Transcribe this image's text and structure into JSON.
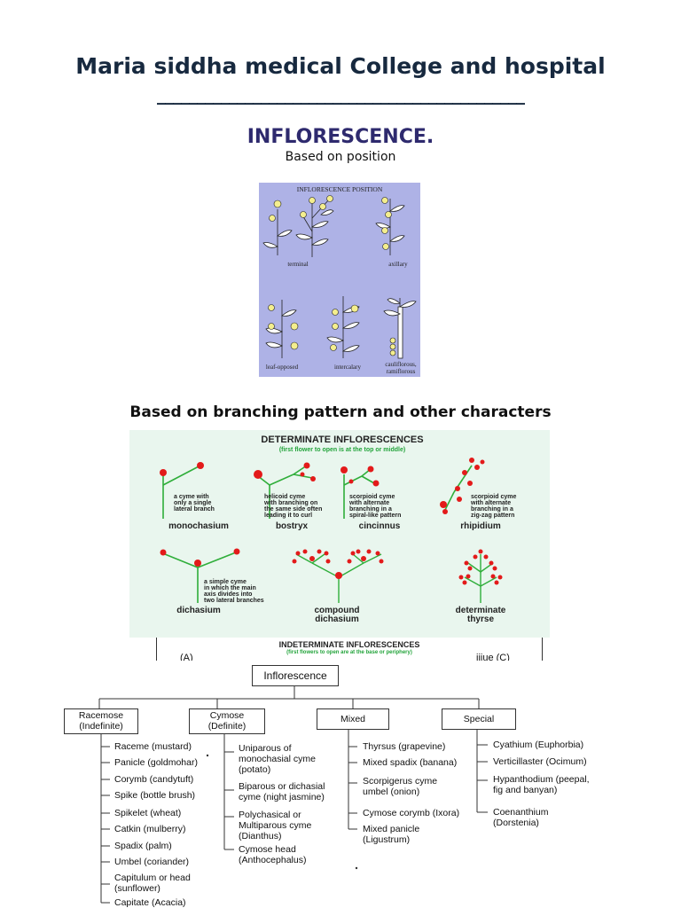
{
  "header": {
    "college": "Maria siddha medical College and hospital",
    "underline": "______________________________________________"
  },
  "main": {
    "title": "INFLORESCENCE.",
    "subtitle_position": "Based on position",
    "subtitle_branching": "Based on branching pattern and other characters"
  },
  "figure_position": {
    "heading": "INFLORESCENCE POSITION",
    "labels": {
      "terminal": "terminal",
      "axillary": "axillary",
      "leaf_opposed": "leaf-opposed",
      "intercalary": "intercalary",
      "cauliflorous": "cauliflorous,",
      "ramiflorous": "ramiflorous"
    },
    "colors": {
      "background": "#aeb2e6",
      "flower": "#f4ee8e",
      "leaf": "#ffffff"
    }
  },
  "figure_determinate": {
    "heading": "DETERMINATE INFLORESCENCES",
    "note": "(first flower to open is at the top or middle)",
    "types": {
      "monochasium": {
        "name": "monochasium",
        "desc": [
          "a cyme with",
          "only a single",
          "lateral branch"
        ]
      },
      "bostryx": {
        "name": "bostryx",
        "desc": [
          "helicoid cyme",
          "with branching on",
          "the same side often",
          "leading it to curl"
        ]
      },
      "cincinnus": {
        "name": "cincinnus",
        "desc": [
          "scorpioid cyme",
          "with alternate",
          "branching in a",
          "spiral-like pattern"
        ]
      },
      "rhipidium": {
        "name": "rhipidium",
        "desc": [
          "scorpioid cyme",
          "with alternate",
          "branching in a",
          "zig-zag pattern"
        ]
      },
      "dichasium": {
        "name": "dichasium",
        "desc": [
          "a simple cyme",
          "in which the main",
          "axis divides into",
          "two lateral branches"
        ]
      },
      "compound_dichasium": {
        "name": [
          "compound",
          "dichasium"
        ]
      },
      "determinate_thyrse": {
        "name": [
          "determinate",
          "thyrse"
        ]
      }
    },
    "colors": {
      "background": "#e9f6ee",
      "stem": "#2fae3a",
      "flower": "#e31a1a",
      "note": "#22a33a"
    }
  },
  "figure_indeterminate": {
    "heading": "INDETERMINATE INFLORESCENCES",
    "note": "(first flowers to open are at the base or periphery)",
    "fragment_left": "(A)",
    "fragment_right": "iiiue (C)"
  },
  "chart": {
    "root": "Inflorescence",
    "categories": [
      {
        "label": [
          "Racemose",
          "(Indefinite)"
        ],
        "items": [
          [
            "Raceme (mustard)"
          ],
          [
            "Panicle (goldmohar)"
          ],
          [
            "Corymb (candytuft)"
          ],
          [
            "Spike (bottle brush)"
          ],
          [
            "Spikelet (wheat)"
          ],
          [
            "Catkin (mulberry)"
          ],
          [
            "Spadix (palm)"
          ],
          [
            "Umbel (coriander)"
          ],
          [
            "Capitulum or head",
            "(sunflower)"
          ],
          [
            "Capitate (Acacia)"
          ]
        ]
      },
      {
        "label": [
          "Cymose",
          "(Definite)"
        ],
        "items": [
          [
            "Uniparous of",
            "monochasial cyme",
            "(potato)"
          ],
          [
            "Biparous or dichasial",
            "cyme (night jasmine)"
          ],
          [
            "Polychasical or",
            "Multiparous cyme",
            "(Dianthus)"
          ],
          [
            "Cymose head",
            "(Anthocephalus)"
          ]
        ]
      },
      {
        "label": [
          "Mixed"
        ],
        "items": [
          [
            "Thyrsus (grapevine)"
          ],
          [
            "Mixed spadix (banana)"
          ],
          [
            "Scorpigerus cyme",
            "umbel (onion)"
          ],
          [
            "Cymose corymb (Ixora)"
          ],
          [
            "Mixed panicle",
            "(Ligustrum)"
          ]
        ]
      },
      {
        "label": [
          "Special"
        ],
        "items": [
          [
            "Cyathium (Euphorbia)"
          ],
          [
            "Verticillaster (Ocimum)"
          ],
          [
            "Hypanthodium (peepal,",
            "fig and banyan)"
          ],
          [
            "Coenanthium",
            "(Dorstenia)"
          ]
        ]
      }
    ]
  }
}
